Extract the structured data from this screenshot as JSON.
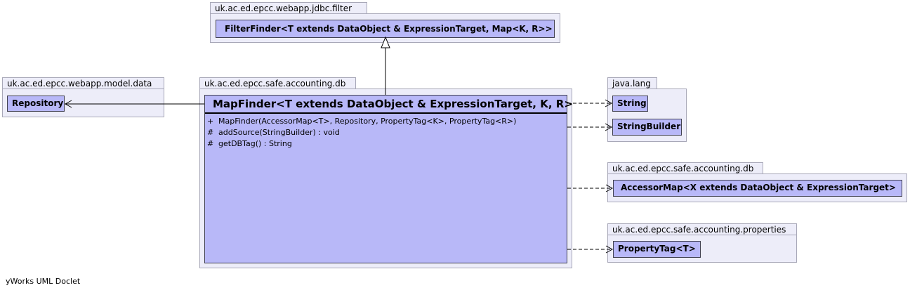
{
  "packages": {
    "jdbc_filter": "uk.ac.ed.epcc.webapp.jdbc.filter",
    "model_data": "uk.ac.ed.epcc.webapp.model.data",
    "accounting_db": "uk.ac.ed.epcc.safe.accounting.db",
    "java_lang": "java.lang",
    "accounting_db_2": "uk.ac.ed.epcc.safe.accounting.db",
    "accounting_properties": "uk.ac.ed.epcc.safe.accounting.properties"
  },
  "classes": {
    "filter_finder": "FilterFinder<T extends DataObject & ExpressionTarget, Map<K, R>>",
    "repository": "Repository",
    "string": "String",
    "string_builder": "StringBuilder",
    "accessor_map": "AccessorMap<X extends DataObject & ExpressionTarget>",
    "property_tag": "PropertyTag<T>"
  },
  "main_class": {
    "name": "MapFinder<T extends DataObject & ExpressionTarget, K, R>",
    "members": [
      {
        "visibility": "+",
        "signature": "MapFinder(AccessorMap<T>, Repository, PropertyTag<K>, PropertyTag<R>)"
      },
      {
        "visibility": "#",
        "signature": "addSource(StringBuilder) : void"
      },
      {
        "visibility": "#",
        "signature": "getDBTag() : String"
      }
    ]
  },
  "footer": "yWorks UML Doclet"
}
